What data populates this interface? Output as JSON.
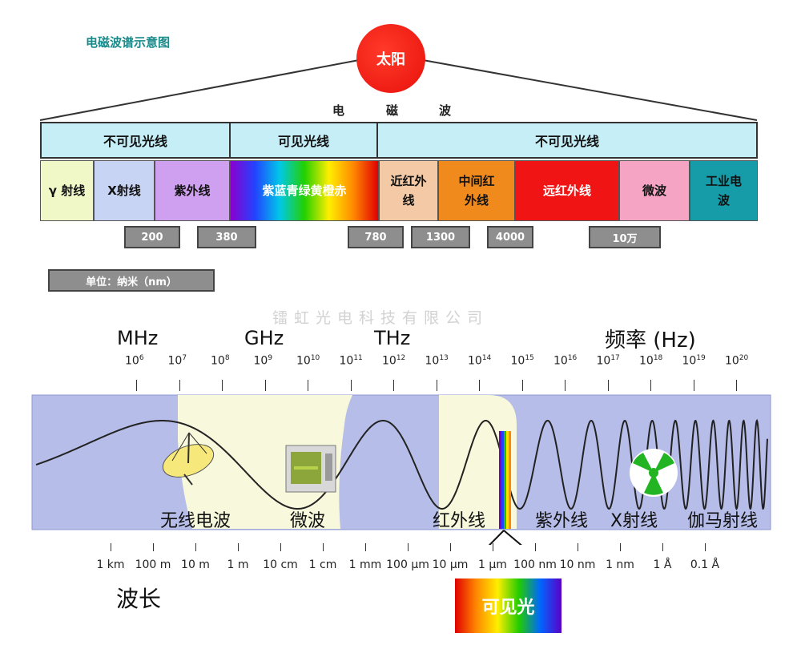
{
  "top": {
    "title": "电磁波谱示意图",
    "sun_label": "太阳",
    "em_chars": [
      "电",
      "磁",
      "波"
    ],
    "bands": [
      "不可见光线",
      "可见光线",
      "不可见光线"
    ],
    "segments": [
      {
        "label": "γ 射线",
        "color": "#f1f8c8"
      },
      {
        "label": "X射线",
        "color": "#c8d4f4"
      },
      {
        "label": "紫外线",
        "color": "#cfa0f0"
      },
      {
        "label": "紫蓝青绿黄橙赤",
        "color": "rainbow"
      },
      {
        "label": "近红外线",
        "color": "#f3c9a6"
      },
      {
        "label": "中间红外线",
        "color": "#f08a1c"
      },
      {
        "label": "远红外线",
        "color": "#f01414"
      },
      {
        "label": "微波",
        "color": "#f5a4c4"
      },
      {
        "label": "工业电波",
        "color": "#169ca8"
      }
    ],
    "nm_values": [
      "200",
      "380",
      "780",
      "1300",
      "4000",
      "10万"
    ],
    "unit_label": "单位：纳米（nm）"
  },
  "watermark": "镭虹光电科技有限公司",
  "spectrum": {
    "freq_units": [
      "MHz",
      "GHz",
      "THz",
      "频率 (Hz)"
    ],
    "freq_ticks": [
      {
        "base": "10",
        "exp": "6"
      },
      {
        "base": "10",
        "exp": "7"
      },
      {
        "base": "10",
        "exp": "8"
      },
      {
        "base": "10",
        "exp": "9"
      },
      {
        "base": "10",
        "exp": "10"
      },
      {
        "base": "10",
        "exp": "11"
      },
      {
        "base": "10",
        "exp": "12"
      },
      {
        "base": "10",
        "exp": "13"
      },
      {
        "base": "10",
        "exp": "14"
      },
      {
        "base": "10",
        "exp": "15"
      },
      {
        "base": "10",
        "exp": "16"
      },
      {
        "base": "10",
        "exp": "17"
      },
      {
        "base": "10",
        "exp": "18"
      },
      {
        "base": "10",
        "exp": "19"
      },
      {
        "base": "10",
        "exp": "20"
      }
    ],
    "band_labels": [
      "无线电波",
      "微波",
      "红外线",
      "紫外线",
      "X射线",
      "伽马射线"
    ],
    "wavelength_ticks": [
      "1 km",
      "100 m",
      "10 m",
      "1 m",
      "10 cm",
      "1 cm",
      "1 mm",
      "100 μm",
      "10 μm",
      "1 μm",
      "100 nm",
      "10 nm",
      "1 nm",
      "1 Å",
      "0.1 Å"
    ],
    "wavelength_label": "波长",
    "visible_label": "可见光"
  },
  "colors": {
    "panel_bg": "#b6bde8",
    "light_region": "#f8f8dc",
    "title_teal": "#1a8a8a",
    "sun": "#e8100a"
  }
}
